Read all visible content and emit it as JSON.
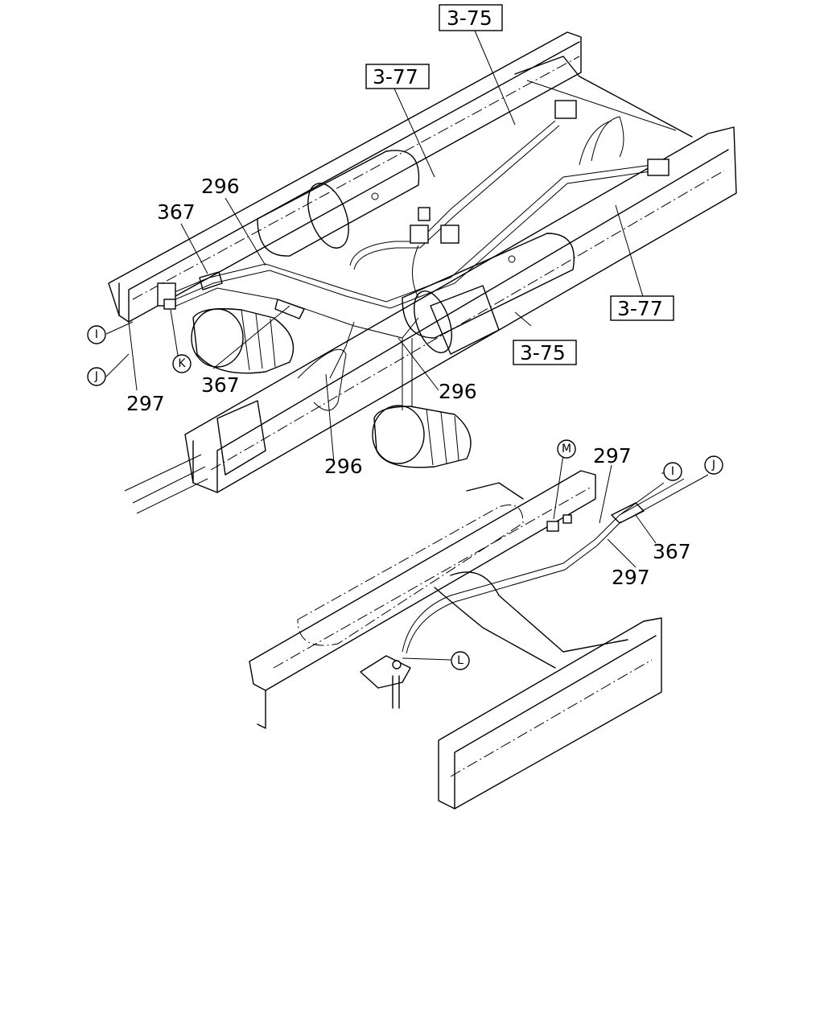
{
  "callouts": {
    "ref_3_75_top": "3-75",
    "ref_3_77_top": "3-77",
    "ref_3_77_right": "3-77",
    "ref_3_75_right": "3-75",
    "part_296_a": "296",
    "part_367_a": "367",
    "part_367_b": "367",
    "part_297_a": "297",
    "part_296_b": "296",
    "part_296_c": "296",
    "part_297_b": "297",
    "part_367_c": "367",
    "part_297_c": "297"
  },
  "markers": {
    "I_left": "I",
    "J_left": "J",
    "K": "K",
    "M": "M",
    "I_right": "I",
    "J_right": "J",
    "L": "L"
  }
}
